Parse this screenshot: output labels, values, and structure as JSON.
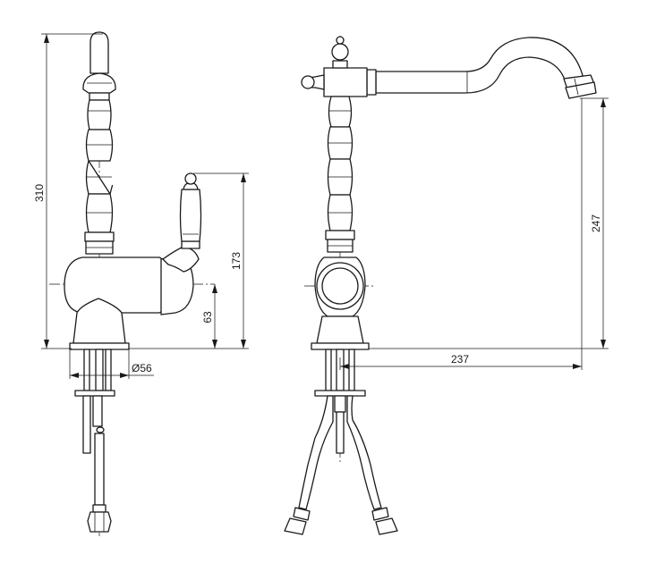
{
  "dimensions": {
    "total_height": "310",
    "handle_height": "173",
    "body_axis_height": "63",
    "base_diameter": "Ø56",
    "spout_height": "247",
    "spout_reach": "237"
  },
  "colors": {
    "line": "#1a1a1a",
    "background": "#ffffff"
  }
}
